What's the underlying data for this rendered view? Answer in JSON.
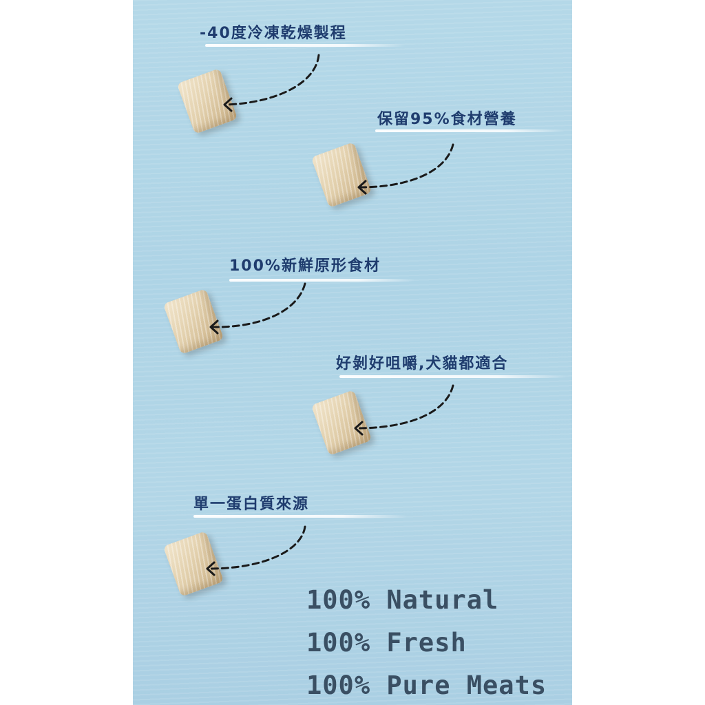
{
  "features": [
    "-40度冷凍乾燥製程",
    "保留95%食材營養",
    "100%新鮮原形食材",
    "好剝好咀嚼,犬貓都適合",
    "單一蛋白質來源"
  ],
  "slogans": [
    "100% Natural",
    "100% Fresh",
    "100% Pure Meats"
  ],
  "colors": {
    "background": "#b4d8e8",
    "feature_text": "#1f3c6e",
    "slogan_text": "#3a4f63"
  }
}
